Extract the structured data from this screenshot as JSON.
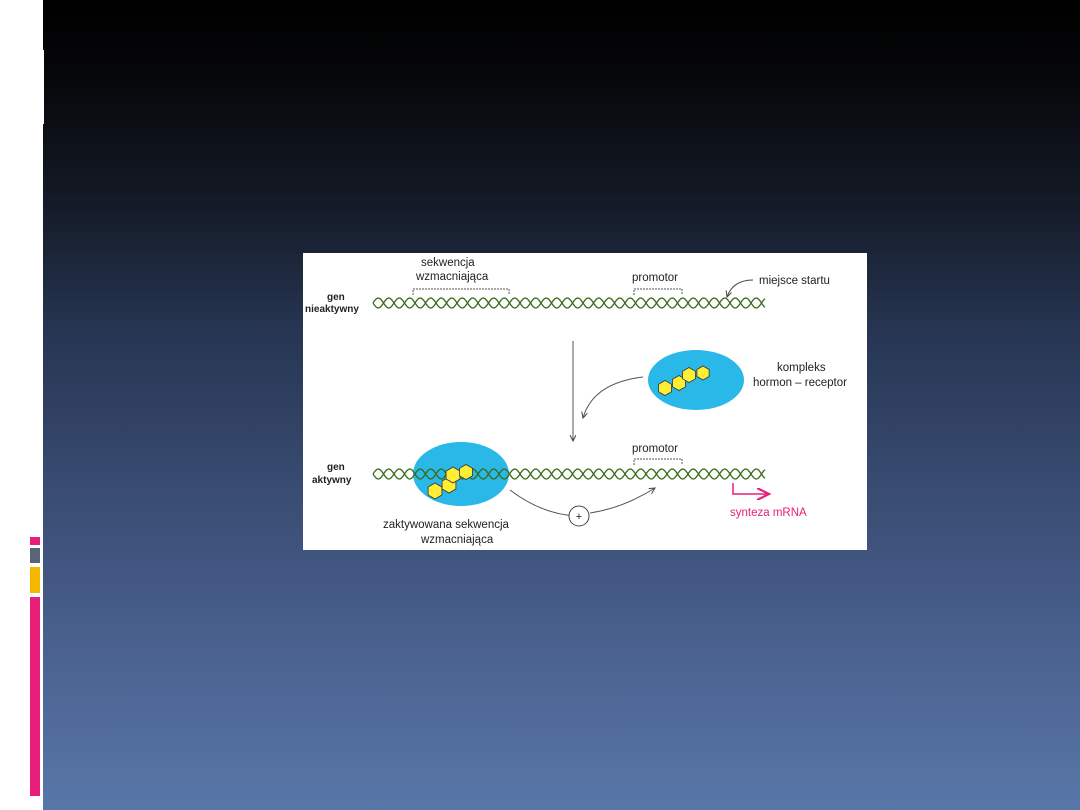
{
  "slide": {
    "colors": {
      "accent_pink": "#e91e7a",
      "accent_gray": "#5a6478",
      "accent_yellow": "#f5b800",
      "cell_blue": "#2ab8e8",
      "hexagon_yellow": "#ffee33",
      "dna_green": "#3a6b1a",
      "mrna_pink": "#e8207a"
    }
  },
  "diagram": {
    "top_row": {
      "gene_label_line1": "gen",
      "gene_label_line2": "nieaktywny",
      "enhancer_line1": "sekwencja",
      "enhancer_line2": "wzmacniająca",
      "promoter": "promotor",
      "start_site": "miejsce startu"
    },
    "complex": {
      "line1": "kompleks",
      "line2": "hormon – receptor"
    },
    "bottom_row": {
      "gene_label_line1": "gen",
      "gene_label_line2": "aktywny",
      "promoter": "promotor",
      "plus_sign": "+",
      "activated_line1": "zaktywowana sekwencja",
      "activated_line2": "wzmacniająca",
      "mrna": "synteza mRNA"
    }
  }
}
